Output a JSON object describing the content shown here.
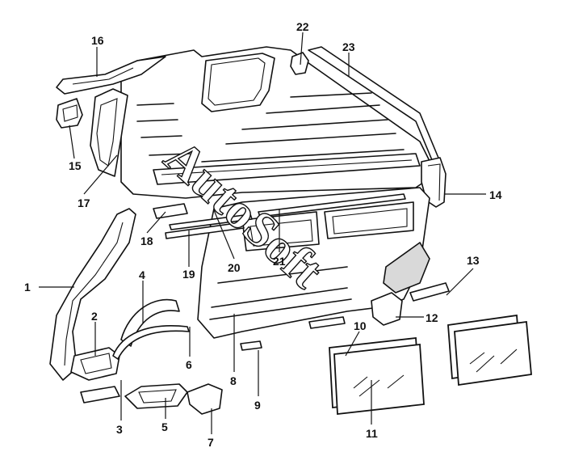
{
  "watermark": {
    "text": "AutoSoft"
  },
  "callouts": [
    {
      "id": "1",
      "label": "1"
    },
    {
      "id": "2",
      "label": "2"
    },
    {
      "id": "3",
      "label": "3"
    },
    {
      "id": "4",
      "label": "4"
    },
    {
      "id": "5",
      "label": "5"
    },
    {
      "id": "6",
      "label": "6"
    },
    {
      "id": "7",
      "label": "7"
    },
    {
      "id": "8",
      "label": "8"
    },
    {
      "id": "9",
      "label": "9"
    },
    {
      "id": "10",
      "label": "10"
    },
    {
      "id": "11",
      "label": "11"
    },
    {
      "id": "12",
      "label": "12"
    },
    {
      "id": "13",
      "label": "13"
    },
    {
      "id": "14",
      "label": "14"
    },
    {
      "id": "15",
      "label": "15"
    },
    {
      "id": "16",
      "label": "16"
    },
    {
      "id": "17",
      "label": "17"
    },
    {
      "id": "18",
      "label": "18"
    },
    {
      "id": "19",
      "label": "19"
    },
    {
      "id": "20",
      "label": "20"
    },
    {
      "id": "21",
      "label": "21"
    },
    {
      "id": "22",
      "label": "22"
    },
    {
      "id": "23",
      "label": "23"
    }
  ]
}
